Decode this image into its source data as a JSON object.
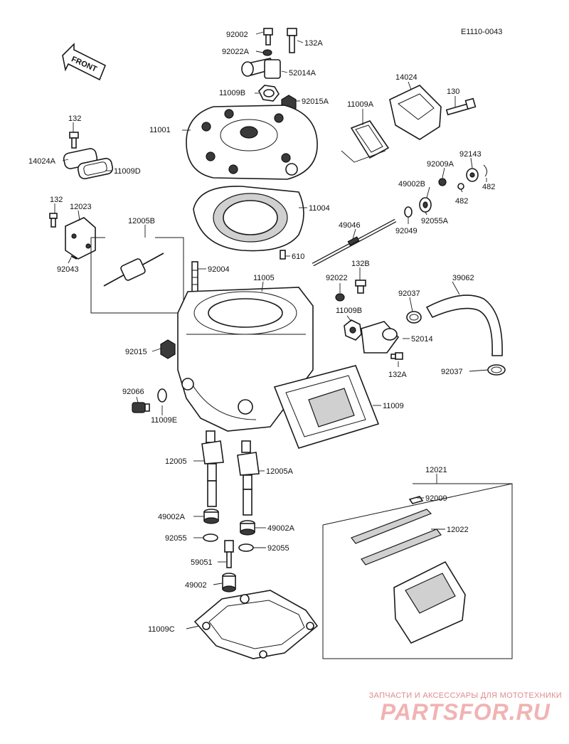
{
  "diagram_code": "E1110-0043",
  "front_label": "FRONT",
  "labels": {
    "l92002": "92002",
    "l132A_top": "132A",
    "l92022A": "92022A",
    "l52014A": "52014A",
    "l11009B_top": "11009B",
    "l92015A": "92015A",
    "l11001": "11001",
    "l132_left": "132",
    "l14024A": "14024A",
    "l11009D": "11009D",
    "l11009A": "11009A",
    "l14024": "14024",
    "l130": "130",
    "l92009A": "92009A",
    "l92143": "92143",
    "l49002B": "49002B",
    "l482_a": "482",
    "l482_b": "482",
    "l92055A": "92055A",
    "l92049": "92049",
    "l11004": "11004",
    "l132_b": "132",
    "l12023": "12023",
    "l12005B": "12005B",
    "l92043": "92043",
    "l49046": "49046",
    "l610": "610",
    "l92004": "92004",
    "l11005": "11005",
    "l132B": "132B",
    "l92022": "92022",
    "l39062": "39062",
    "l11009B_mid": "11009B",
    "l92037_top": "92037",
    "l52014": "52014",
    "l92015": "92015",
    "l132A_mid": "132A",
    "l92037_bot": "92037",
    "l92066": "92066",
    "l11009E": "11009E",
    "l11009": "11009",
    "l12005": "12005",
    "l12005A": "12005A",
    "l12021": "12021",
    "l92009": "92009",
    "l49002A_left": "49002A",
    "l12022": "12022",
    "l92055_left": "92055",
    "l49002A_right": "49002A",
    "l92055_right": "92055",
    "l59051": "59051",
    "l49002": "49002",
    "l11009C": "11009C"
  },
  "watermark": {
    "subtitle": "ЗАПЧАСТИ И АКСЕССУАРЫ ДЛЯ МОТОТЕХНИКИ",
    "brand": "PARTSFOR.RU"
  }
}
